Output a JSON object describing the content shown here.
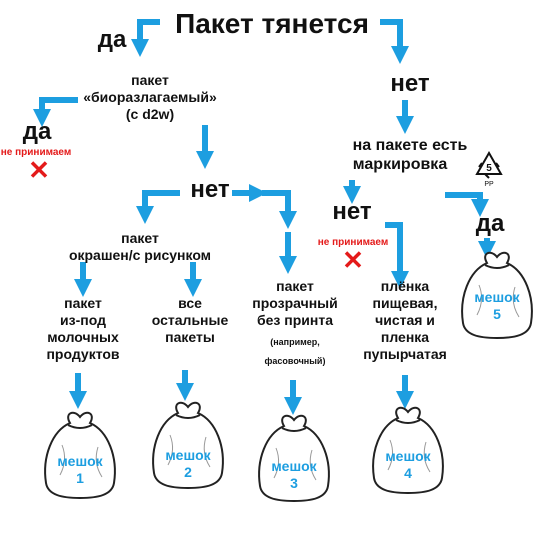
{
  "title": "Пакет тянется",
  "top": {
    "yes": "да",
    "no": "нет"
  },
  "left_branch": {
    "question": [
      "пакет",
      "«биоразлагаемый»",
      "(с d2w)"
    ],
    "yes": "да",
    "yes_note": "не принимаем",
    "no": "нет"
  },
  "printed_branch": {
    "question": [
      "пакет",
      "окрашен/с рисунком"
    ],
    "dairy": [
      "пакет",
      "из-под",
      "молочных",
      "продуктов"
    ],
    "other": [
      "все",
      "остальные",
      "пакеты"
    ]
  },
  "clear_branch": {
    "label": [
      "пакет",
      "прозрачный",
      "без принта"
    ],
    "note": [
      "(например,",
      "фасовочный)"
    ]
  },
  "right_branch": {
    "question": [
      "на пакете есть",
      "маркировка"
    ],
    "recycle_icon": "recycle-5-pp-icon",
    "recycle_number": "5",
    "recycle_code": "PP",
    "no": "нет",
    "no_note": "не принимаем",
    "yes": "да",
    "film": [
      "плёнка",
      "пищевая,",
      "чистая и",
      "пленка",
      "пупырчатая"
    ]
  },
  "bags": [
    {
      "word": "мешок",
      "number": "1"
    },
    {
      "word": "мешок",
      "number": "2"
    },
    {
      "word": "мешок",
      "number": "3"
    },
    {
      "word": "мешок",
      "number": "4"
    },
    {
      "word": "мешок",
      "number": "5"
    }
  ],
  "colors": {
    "arrow": "#1d9ee0",
    "reject": "#e41a1a",
    "bag_label": "#1d9ee0"
  }
}
